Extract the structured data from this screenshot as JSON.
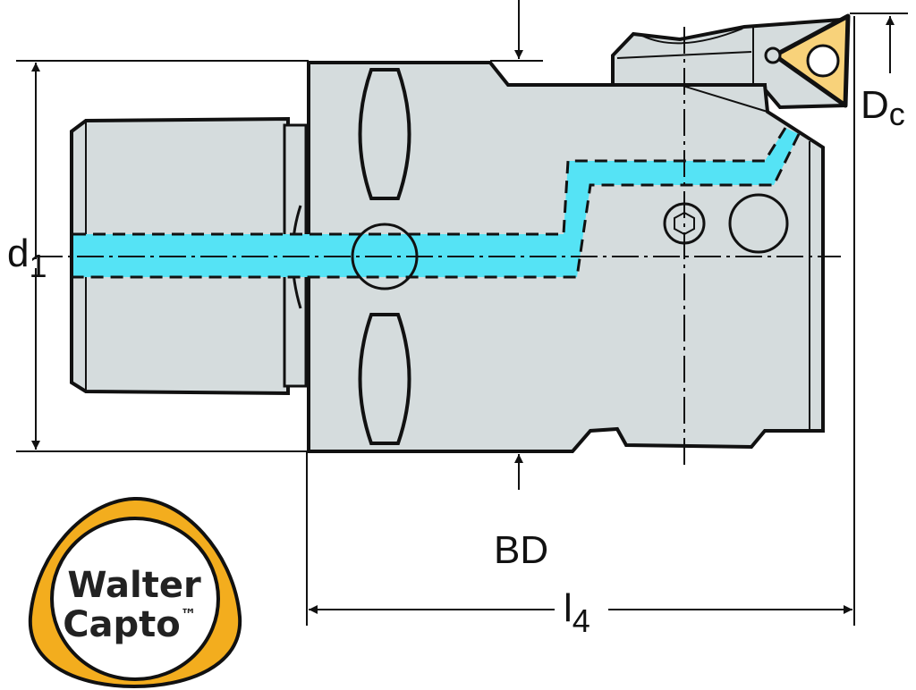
{
  "labels": {
    "d1": "d",
    "d1_sub": "1",
    "dc": "D",
    "dc_sub": "c",
    "bd": "BD",
    "l4": "l",
    "l4_sub": "4"
  },
  "logo": {
    "line1": "Walter",
    "line2": "Capto",
    "tm": "™"
  },
  "colors": {
    "body": "#d5dcdd",
    "coolant": "#55e3f5",
    "insert": "#f8d27a",
    "logo_ring": "#f3ad1e",
    "outline": "#111111"
  }
}
